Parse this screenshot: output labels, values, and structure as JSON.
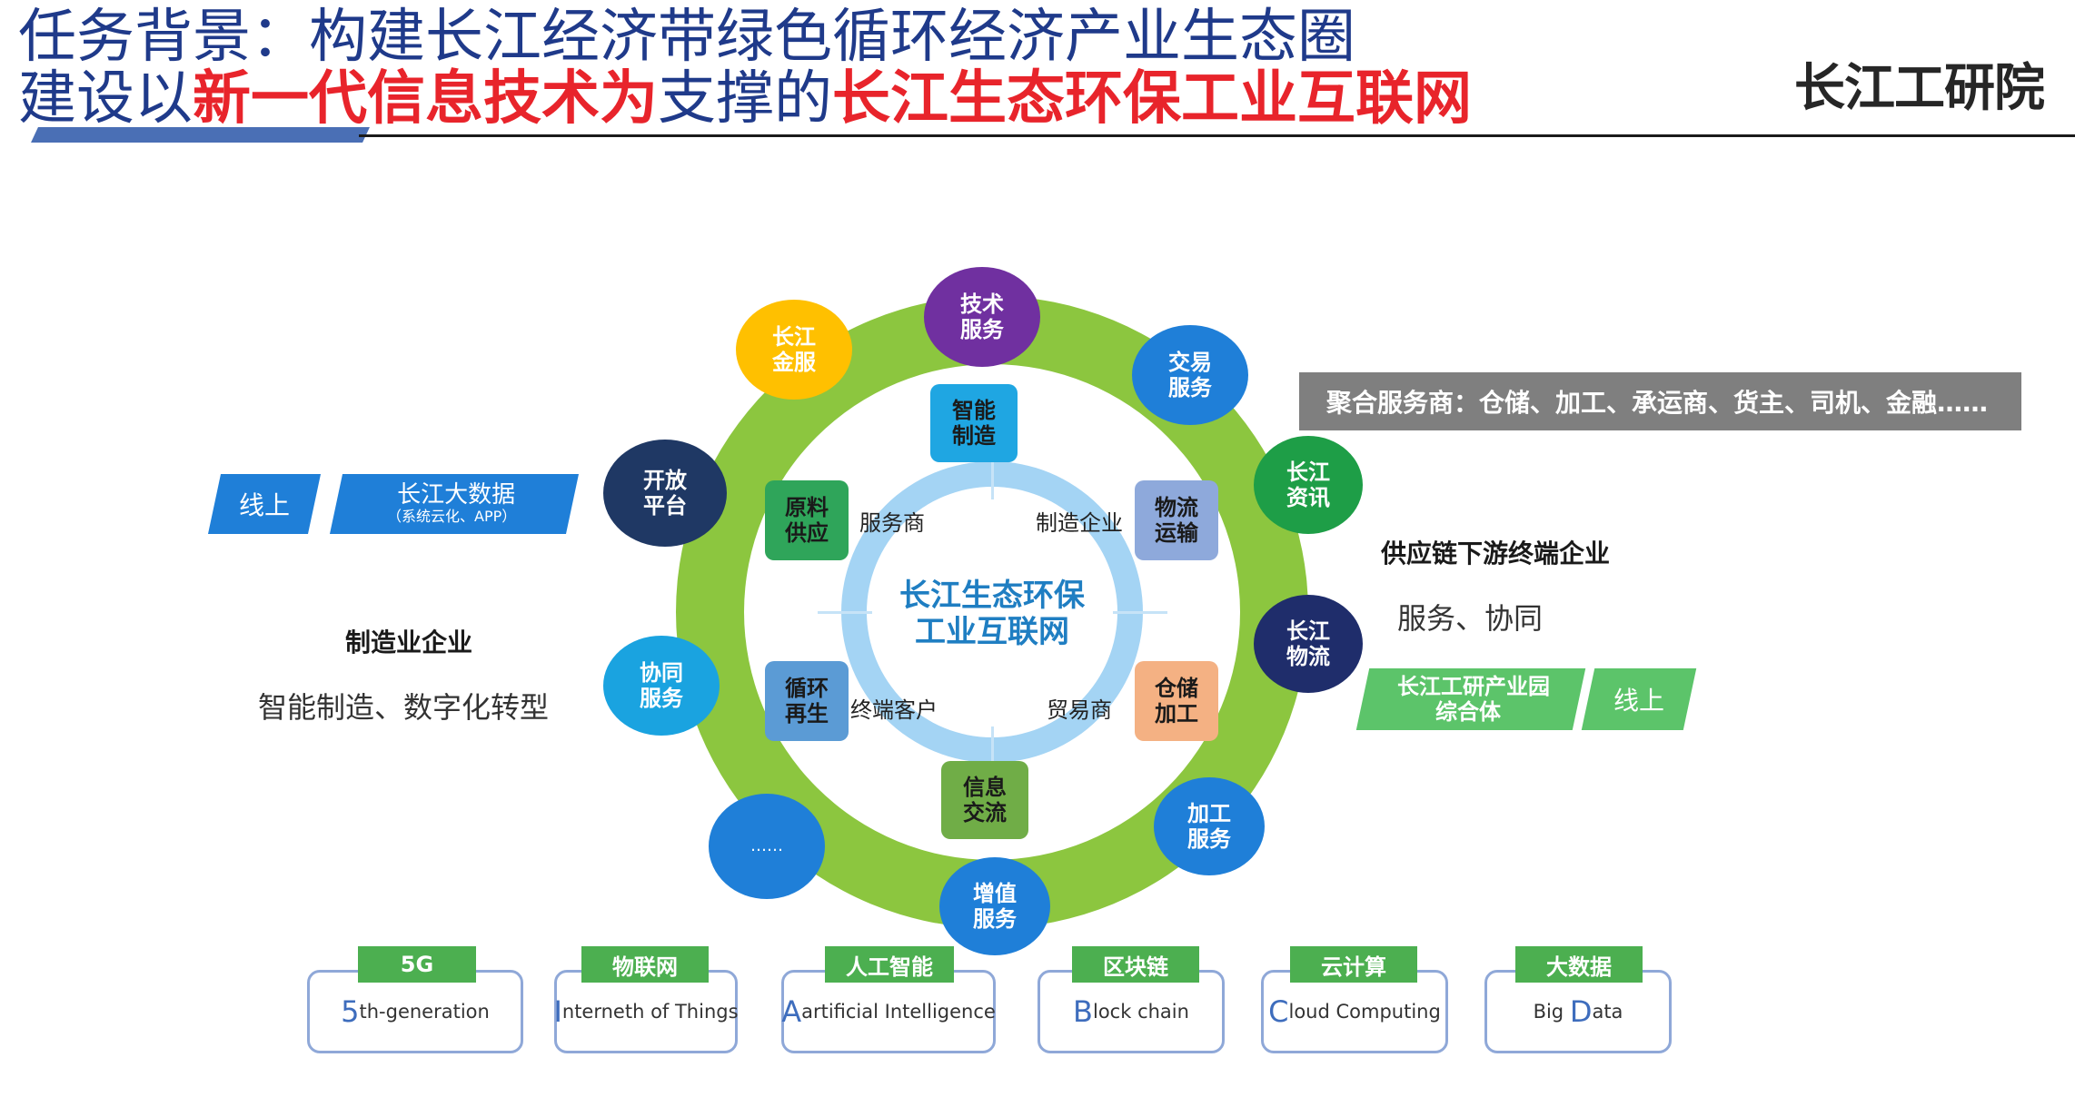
{
  "header": {
    "line1": "任务背景：构建长江经济带绿色循环经济产业生态圈",
    "line2_a": "建设以",
    "line2_b": "新一代信息技术为",
    "line2_c": "支撑的",
    "line2_d": "长江生态环保工业互联网",
    "logo": "长江工研院"
  },
  "colors": {
    "title_blue": "#1f3a8a",
    "accent_red": "#e8242b",
    "ring_green": "#8cc63f",
    "ring_blue": "#a4d4f4",
    "core_text": "#1f7ec2"
  },
  "core": {
    "line1": "长江生态环保",
    "line2": "工业互联网"
  },
  "orbit": {
    "jishu": {
      "l1": "技术",
      "l2": "服务",
      "color": "#7030a0"
    },
    "jinfu": {
      "l1": "长江",
      "l2": "金服",
      "color": "#ffc000"
    },
    "jiaoyi": {
      "l1": "交易",
      "l2": "服务",
      "color": "#1f7fd8"
    },
    "kaifang": {
      "l1": "开放",
      "l2": "平台",
      "color": "#1f3864"
    },
    "zixun": {
      "l1": "长江",
      "l2": "资讯",
      "color": "#1e9e47"
    },
    "wuliu": {
      "l1": "长江",
      "l2": "物流",
      "color": "#1f2d6b"
    },
    "xietong": {
      "l1": "协同",
      "l2": "服务",
      "color": "#1aa3e0"
    },
    "jiagong": {
      "l1": "加工",
      "l2": "服务",
      "color": "#1f7fd8"
    },
    "zengzhi": {
      "l1": "增值",
      "l2": "服务",
      "color": "#1f7fd8"
    },
    "more": {
      "l1": "……",
      "color": "#1f7fd8"
    }
  },
  "inner": {
    "zhineng": {
      "l1": "智能",
      "l2": "制造",
      "color": "#1fa6e2"
    },
    "yuanliao": {
      "l1": "原料",
      "l2": "供应",
      "color": "#2fa55a"
    },
    "wuliuyun": {
      "l1": "物流",
      "l2": "运输",
      "color": "#8ea9db"
    },
    "xunhuan": {
      "l1": "循环",
      "l2": "再生",
      "color": "#5b9bd5"
    },
    "cangchu": {
      "l1": "仓储",
      "l2": "加工",
      "color": "#f4b183"
    },
    "xinxi": {
      "l1": "信息",
      "l2": "交流",
      "color": "#70ad47"
    }
  },
  "roles": {
    "fuwushang": "服务商",
    "zhizao": "制造企业",
    "zhongduan": "终端客户",
    "maoyi": "贸易商"
  },
  "left": {
    "online": "线上",
    "bigdata": "长江大数据",
    "bigdata_sub": "（系统云化、APP）",
    "title": "制造业企业",
    "sub": "智能制造、数字化转型"
  },
  "right": {
    "aggregator": "聚合服务商：仓储、加工、承运商、货主、司机、金融……",
    "title": "供应链下游终端企业",
    "sub": "服务、协同",
    "park_l1": "长江工研产业园",
    "park_l2": "综合体",
    "online": "线上"
  },
  "tech": [
    {
      "label": "5G",
      "initial": "5",
      "rest": "th-generation"
    },
    {
      "label": "物联网",
      "initial": "I",
      "rest": "nterneth of Things"
    },
    {
      "label": "人工智能",
      "initial": "A",
      "rest": "artificial Intelligence"
    },
    {
      "label": "区块链",
      "initial": "B",
      "rest": "lock chain"
    },
    {
      "label": "云计算",
      "initial": "C",
      "rest": "loud Computing"
    },
    {
      "label": "大数据",
      "initial": "D",
      "pre": "Big ",
      "rest": "ata"
    }
  ]
}
